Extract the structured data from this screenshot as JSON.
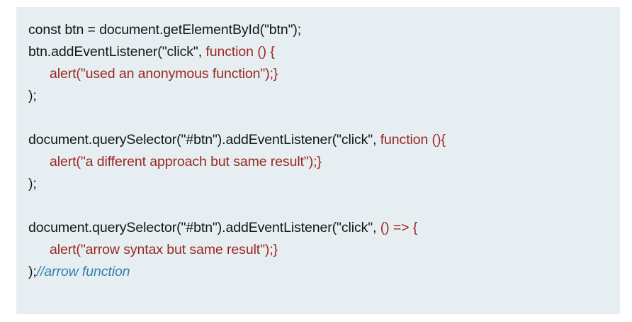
{
  "panel": {
    "background_color": "#e7eef1",
    "language": "javascript"
  },
  "colors": {
    "plain": "#151515",
    "string_and_function": "#9b2622",
    "comment": "#2e81a8",
    "panel_background": "#e7eef1",
    "page_background": "#ffffff"
  },
  "code": {
    "lines": [
      {
        "id": "line-1",
        "indent": 0,
        "segments": [
          {
            "text": "const btn = document.getElementById(\"btn\");",
            "style": "plain"
          }
        ]
      },
      {
        "id": "line-2",
        "indent": 0,
        "segments": [
          {
            "text": "btn.addEventListener(\"click\", ",
            "style": "plain"
          },
          {
            "text": "function () {",
            "style": "red"
          }
        ]
      },
      {
        "id": "line-3",
        "indent": 1,
        "segments": [
          {
            "text": "alert(\"used an anonymous function\");}",
            "style": "red"
          }
        ]
      },
      {
        "id": "line-4",
        "indent": 0,
        "segments": [
          {
            "text": ");",
            "style": "plain"
          }
        ]
      },
      {
        "id": "line-5",
        "indent": 0,
        "segments": []
      },
      {
        "id": "line-6",
        "indent": 0,
        "segments": [
          {
            "text": "document.querySelector(\"#btn\").addEventListener(\"click\", ",
            "style": "plain"
          },
          {
            "text": "function (){",
            "style": "red"
          }
        ]
      },
      {
        "id": "line-7",
        "indent": 1,
        "segments": [
          {
            "text": "alert(\"a different approach but same result\");}",
            "style": "red"
          }
        ]
      },
      {
        "id": "line-8",
        "indent": 0,
        "segments": [
          {
            "text": ");",
            "style": "plain"
          }
        ]
      },
      {
        "id": "line-9",
        "indent": 0,
        "segments": []
      },
      {
        "id": "line-10",
        "indent": 0,
        "segments": [
          {
            "text": "document.querySelector(\"#btn\").addEventListener(\"click\", ",
            "style": "plain"
          },
          {
            "text": "() => {",
            "style": "red"
          }
        ]
      },
      {
        "id": "line-11",
        "indent": 1,
        "segments": [
          {
            "text": "alert(\"arrow syntax but same result\");}",
            "style": "red"
          }
        ]
      },
      {
        "id": "line-12",
        "indent": 0,
        "segments": [
          {
            "text": ");",
            "style": "plain"
          },
          {
            "text": "//arrow function",
            "style": "comment"
          }
        ]
      }
    ]
  }
}
